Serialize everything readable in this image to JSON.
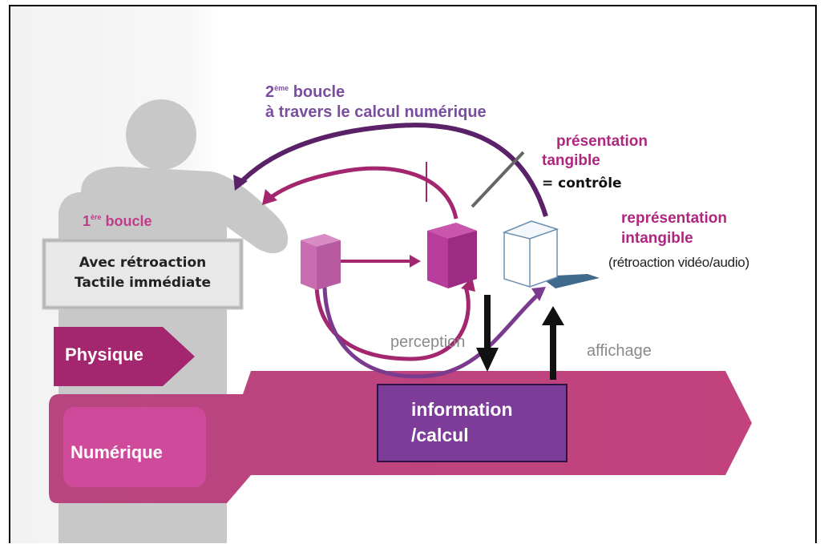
{
  "labels": {
    "loop2_superscript": "ème",
    "loop2_line1": " boucle",
    "loop2_num": "2",
    "loop2_line2": "à travers le calcul numérique",
    "loop1_num": "1",
    "loop1_superscript": "ère",
    "loop1_text": " boucle",
    "tangible_line1": "présentation",
    "tangible_line2": "tangible",
    "control": "= contrôle",
    "intangible_line1": "représentation",
    "intangible_line2": "intangible",
    "feedback_av": "(rétroaction vidéo/audio)",
    "tactile_line1": "Avec rétroaction",
    "tactile_line2": "Tactile immédiate",
    "physical": "Physique",
    "digital": "Numérique",
    "perception": "perception",
    "display": "affichage",
    "info_line1": "information",
    "info_line2": "/calcul"
  },
  "colors": {
    "magenta_dark": "#a3266f",
    "magenta_band": "#b9407d",
    "magenta_pink": "#d04a9c",
    "purple_box": "#7d3c98",
    "purple_loop": "#5b2168",
    "person_gray": "#c8c8c8",
    "cube_light": "#c96bb0",
    "cube_mid": "#b83c9b"
  }
}
